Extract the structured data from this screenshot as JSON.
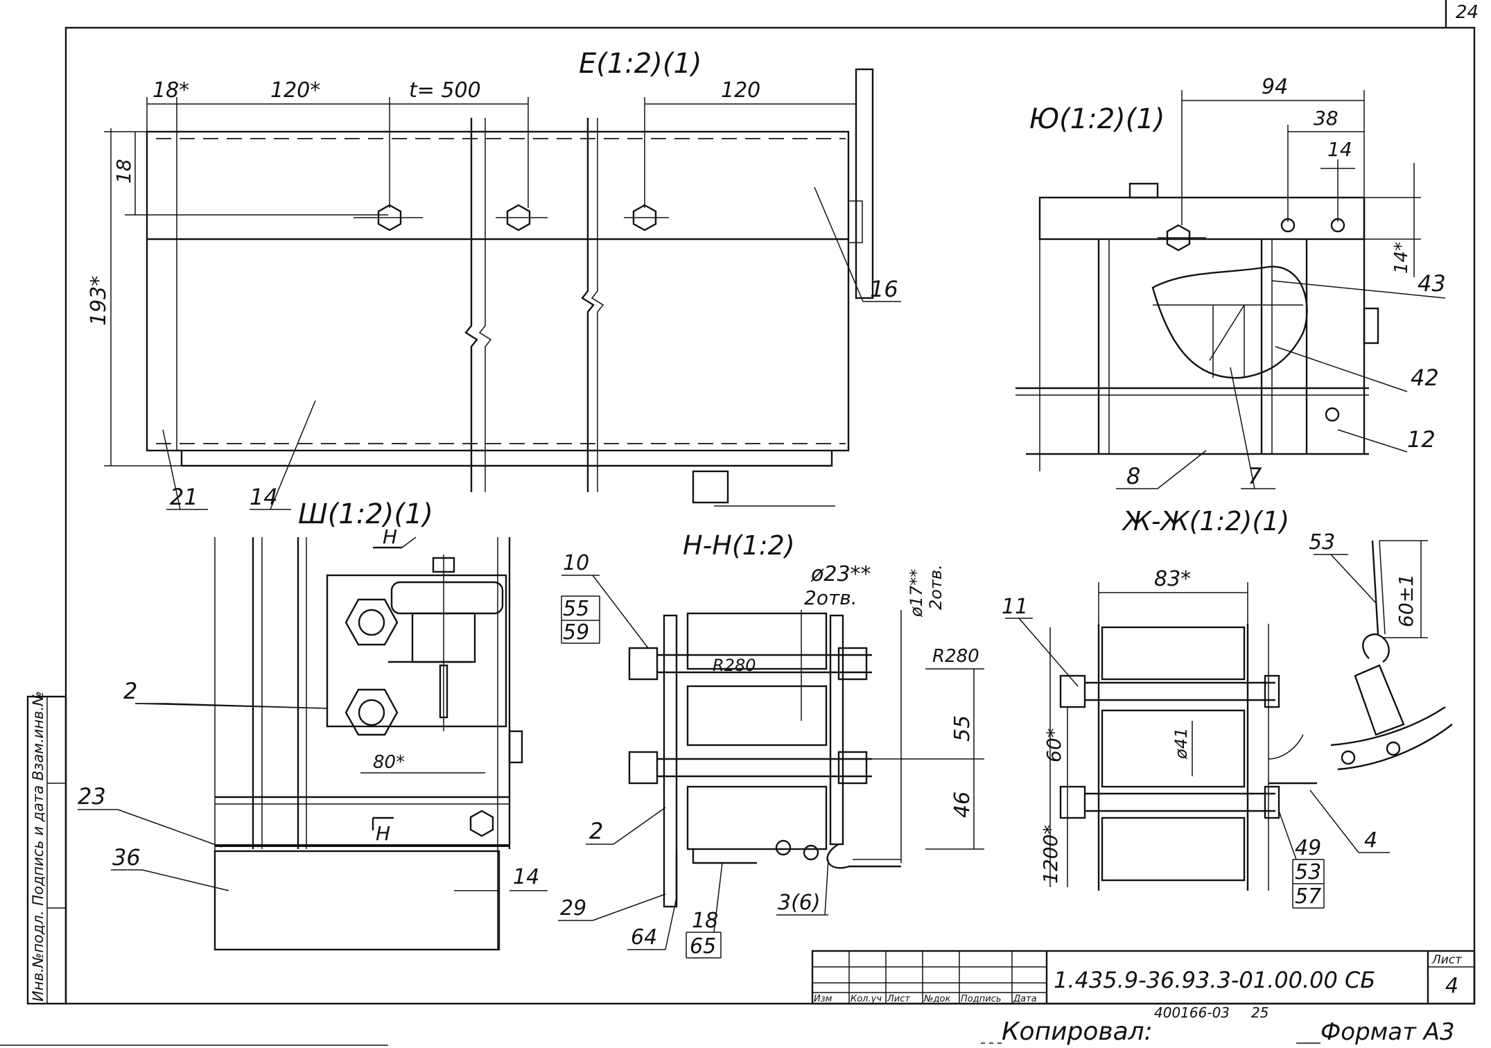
{
  "sheet": {
    "page_corner": "24",
    "drawing_code": "1.435.9-36.93.3-01.00.00 СБ",
    "sheet_label": "Лист",
    "sheet_number": "4",
    "copied_label": "Копировал:",
    "format_label": "Формат А3",
    "order_number": "400166-03",
    "order_suffix": "25",
    "side_stamp": "Инв.№подл. Подпись и дата Взам.инв.№",
    "title_block_headers": [
      "Изм",
      "Кол.уч",
      "Лист",
      "№док",
      "Подпись",
      "Дата"
    ]
  },
  "views": {
    "e": {
      "title": "Е(1:2)(1)",
      "dims": [
        "18*",
        "120*",
        "t= 500",
        "120",
        "18",
        "193*"
      ],
      "callouts": [
        "16",
        "21",
        "14"
      ]
    },
    "yu": {
      "title": "Ю(1:2)(1)",
      "dims": [
        "94",
        "38",
        "14",
        "14*"
      ],
      "callouts": [
        "43",
        "42",
        "12",
        "8",
        "7"
      ]
    },
    "sh": {
      "title": "Ш(1:2)(1)",
      "dims": [
        "Н",
        "80*",
        "Н",
        "14"
      ],
      "callouts": [
        "2",
        "23",
        "36"
      ]
    },
    "nn": {
      "title": "Н-Н(1:2)",
      "dims": [
        "ø23**",
        "2отв.",
        "ø17**",
        "2отв.",
        "R280",
        "R280",
        "55",
        "46"
      ],
      "callouts": [
        "10",
        "55",
        "59",
        "2",
        "29",
        "64",
        "18",
        "65",
        "3(6)"
      ]
    },
    "zh": {
      "title": "Ж-Ж(1:2)(1)",
      "dims": [
        "83*",
        "60*",
        "1200*",
        "ø41",
        "60±1"
      ],
      "callouts": [
        "11",
        "53",
        "4",
        "49",
        "53",
        "57"
      ]
    }
  }
}
